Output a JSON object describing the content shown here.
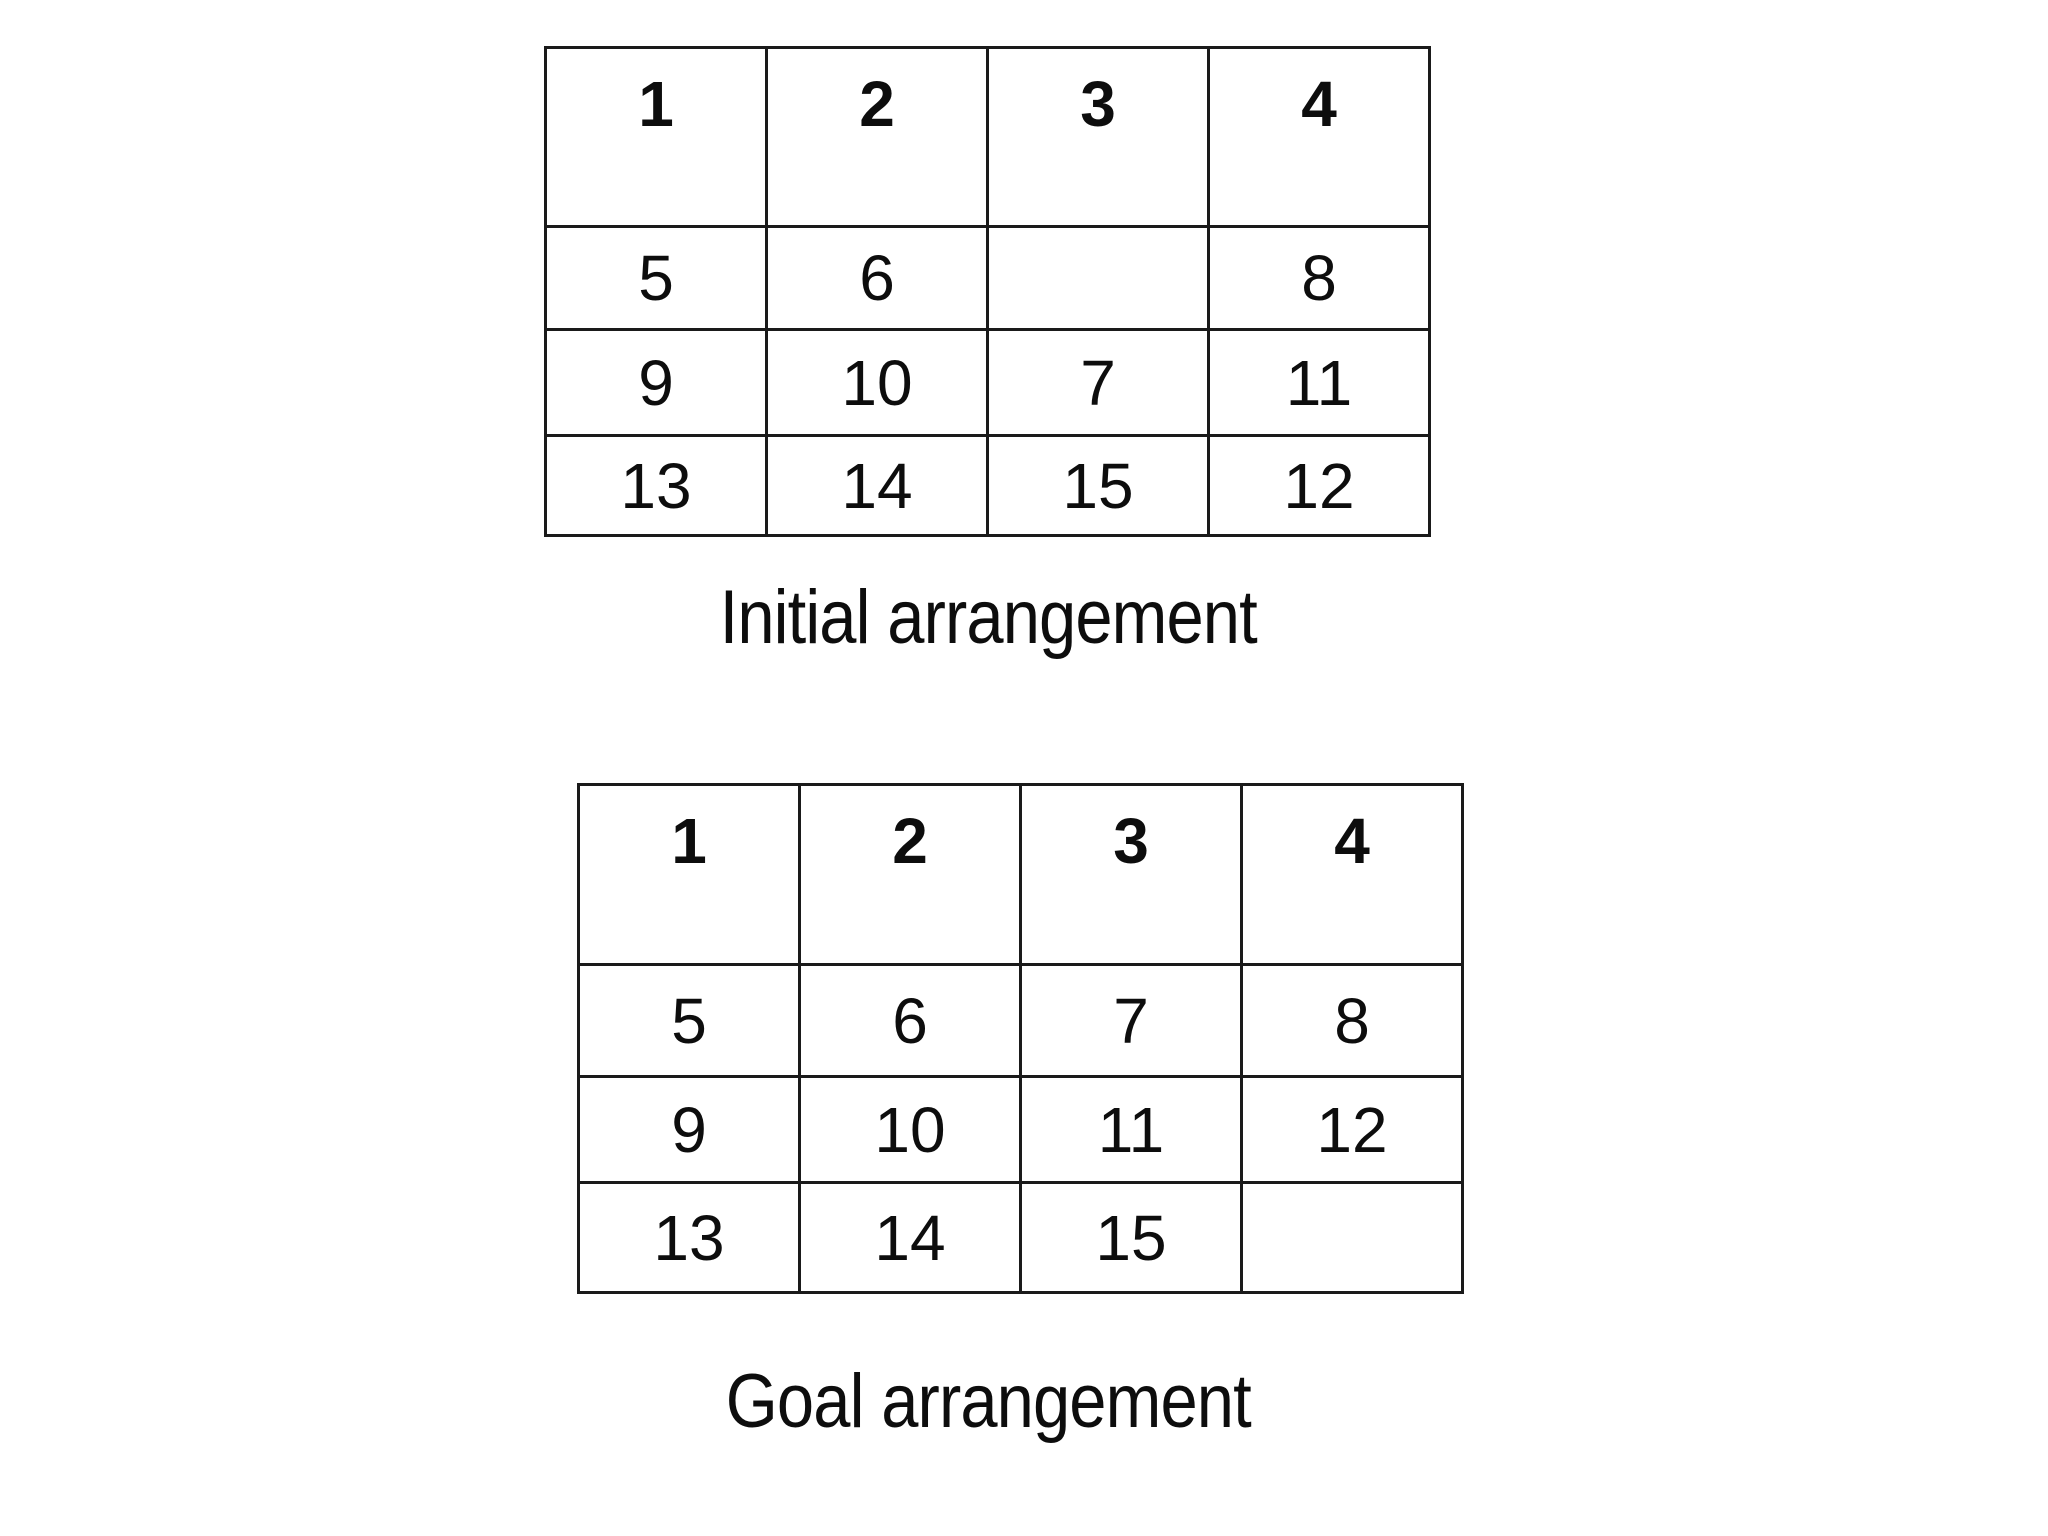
{
  "colors": {
    "background": "#ffffff",
    "border": "#1a1a1a",
    "ink": "#0d0d0d"
  },
  "initial": {
    "caption": "Initial arrangement",
    "header": [
      "1",
      "2",
      "3",
      "4"
    ],
    "rows": [
      [
        "5",
        "6",
        "",
        "8"
      ],
      [
        "9",
        "10",
        "7",
        "11"
      ],
      [
        "13",
        "14",
        "15",
        "12"
      ]
    ]
  },
  "goal": {
    "caption": "Goal arrangement",
    "header": [
      "1",
      "2",
      "3",
      "4"
    ],
    "rows": [
      [
        "5",
        "6",
        "7",
        "8"
      ],
      [
        "9",
        "10",
        "11",
        "12"
      ],
      [
        "13",
        "14",
        "15",
        ""
      ]
    ]
  }
}
